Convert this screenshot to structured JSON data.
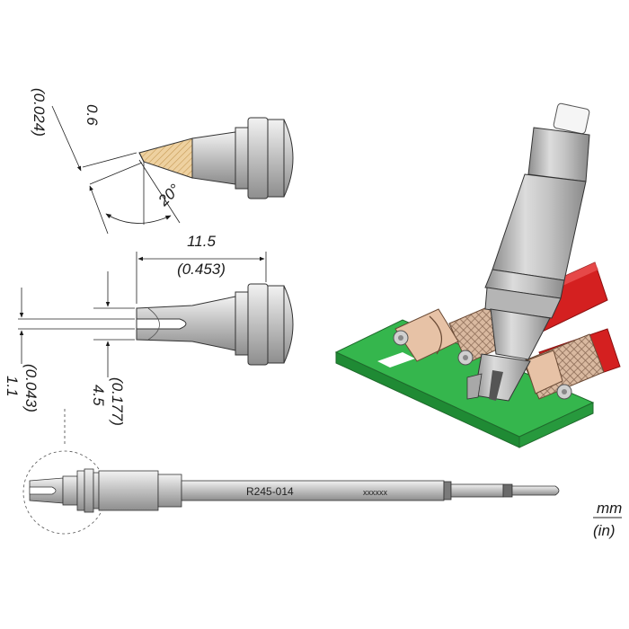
{
  "dimensions": {
    "tip_thickness": {
      "mm": "0.6",
      "in": "(0.024)"
    },
    "tip_angle": "20°",
    "length": {
      "mm": "11.5",
      "in": "(0.453)"
    },
    "slot_width": {
      "mm": "1.1",
      "in": "(0.043)"
    },
    "tip_width": {
      "mm": "4.5",
      "in": "(0.177)"
    }
  },
  "cartridge": {
    "part_number": "R245-014",
    "serial_mark": "xxxxxx"
  },
  "units": {
    "metric": "mm",
    "imperial": "(in)"
  },
  "colors": {
    "body_gray": "#c9c9c9",
    "hatch_gold": "#e8c48a",
    "pcb_green": "#2fb34a",
    "cable_red": "#d42020",
    "terminal_tan": "#e7c2a6"
  }
}
